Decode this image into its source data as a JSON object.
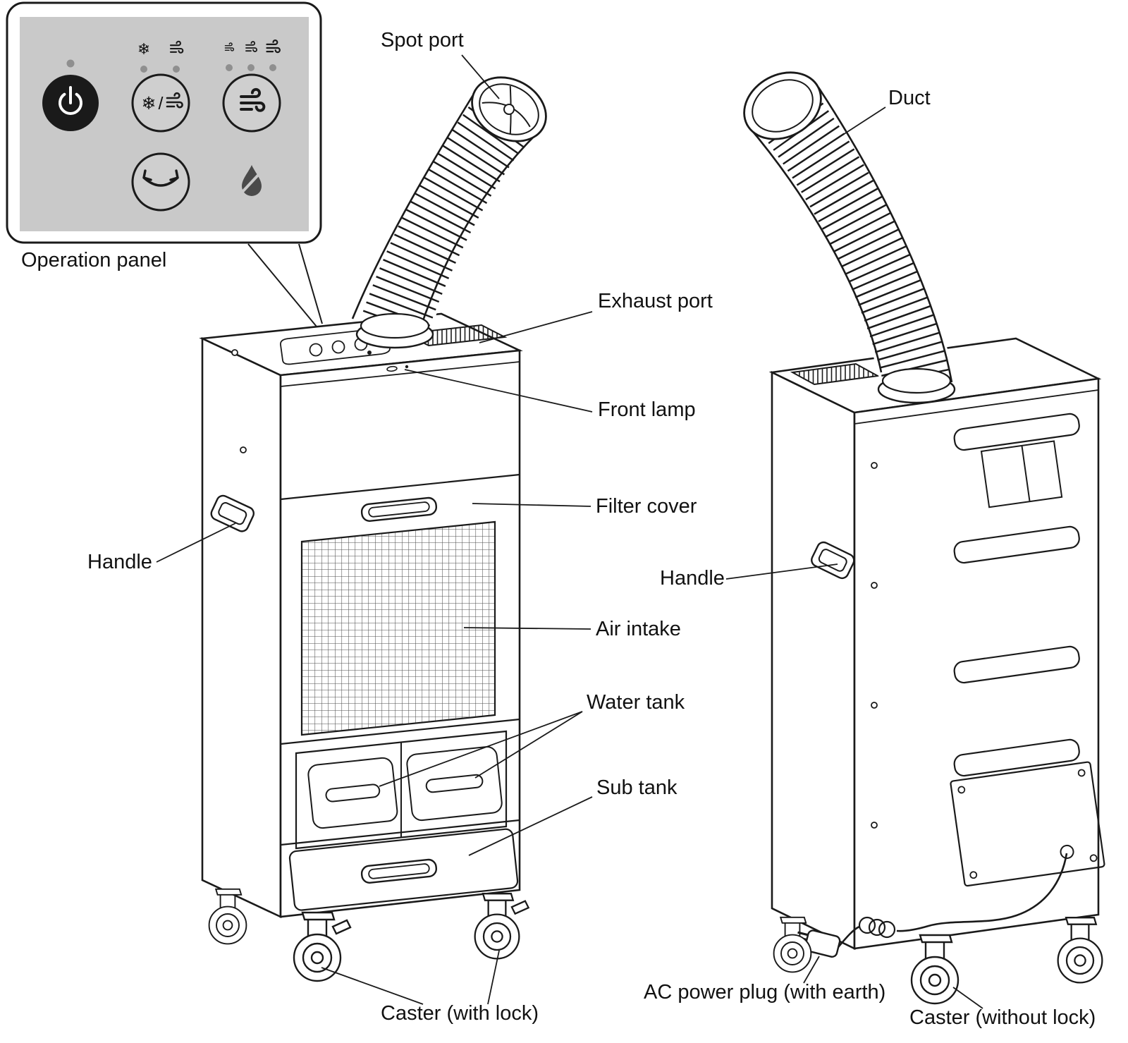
{
  "colors": {
    "line": "#1a1a1a",
    "panel_bg": "#c9c9c9",
    "button_dark": "#1a1a1a",
    "led": "#8f8f8f",
    "drop_fill": "#4a4a4a"
  },
  "operation_panel": {
    "label": "Operation panel",
    "buttons": [
      {
        "name": "power-button",
        "icon": "power-icon"
      },
      {
        "name": "mode-button",
        "icon": "snowflake-fan-icon"
      },
      {
        "name": "fan-speed-button",
        "icon": "fan-icon"
      },
      {
        "name": "swing-button",
        "icon": "swing-arrow-icon"
      }
    ],
    "indicators": [
      {
        "name": "power-led"
      },
      {
        "name": "cool-mode-led",
        "icon": "snowflake-icon"
      },
      {
        "name": "fan-mode-led",
        "icon": "fan-icon"
      },
      {
        "name": "fan-speed-leds",
        "count": 3
      },
      {
        "name": "water-full-indicator",
        "icon": "water-drop-icon"
      }
    ],
    "glyphs": {
      "snowflake": "❄",
      "mode_separator": "/"
    }
  },
  "front_view": {
    "labels": {
      "spot_port": "Spot port",
      "exhaust_port": "Exhaust port",
      "front_lamp": "Front lamp",
      "filter_cover": "Filter cover",
      "handle": "Handle",
      "air_intake": "Air intake",
      "water_tank": "Water tank",
      "sub_tank": "Sub tank",
      "caster_with_lock": "Caster (with lock)"
    }
  },
  "rear_view": {
    "labels": {
      "duct": "Duct",
      "handle": "Handle",
      "ac_power_plug": "AC power plug (with earth)",
      "caster_without_lock": "Caster (without lock)"
    }
  }
}
